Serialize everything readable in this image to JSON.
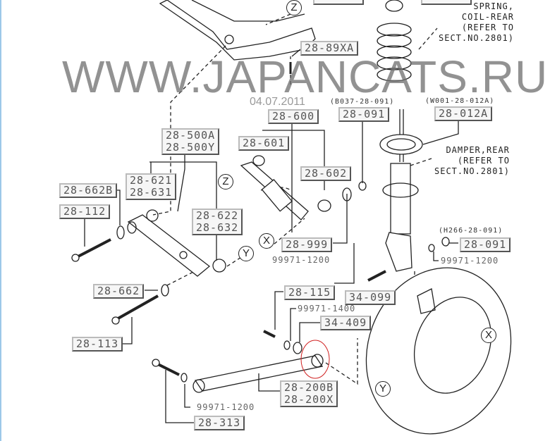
{
  "watermark": "WWW.JAPANCATS.RU",
  "date": "04.07.2011",
  "notes": {
    "spring": [
      "SPRING,",
      "COIL-REAR",
      "(REFER TO",
      "SECT.NO.2801)"
    ],
    "damper": [
      "DAMPER,REAR",
      "(REFER TO",
      "SECT.NO.2801)"
    ]
  },
  "callouts": {
    "z1": "Z",
    "z2": "Z",
    "x1": "X",
    "y1": "Y",
    "x2": "X",
    "y2": "Y"
  },
  "parts": {
    "p2889xa": "28-89XA",
    "p28600": "28-600",
    "p28091a_ref": "(B037-28-091)",
    "p28091a": "28-091",
    "p28012a_ref": "(W001-28-012A)",
    "p28012a": "28-012A",
    "p28500": [
      "28-500A",
      "28-500Y"
    ],
    "p28601": "28-601",
    "p28602": "28-602",
    "p28621": [
      "28-621",
      "28-631"
    ],
    "p28662b": "28-662B",
    "p28112": "28-112",
    "p28622": [
      "28-622",
      "28-632"
    ],
    "p28999": "28-999",
    "p99971_1200a": "99971-1200",
    "p28091b_ref": "(H266-28-091)",
    "p28091b": "28-091",
    "p99971_1200b": "99971-1200",
    "p28662": "28-662",
    "p28115": "28-115",
    "p34099": "34-099",
    "p99971_1400": "99971-1400",
    "p34409": "34-409",
    "p28113": "28-113",
    "p28200": [
      "28-200B",
      "28-200X"
    ],
    "p99971_1200c": "99971-1200",
    "p28313": "28-313"
  },
  "highlight_color": "#d02020"
}
